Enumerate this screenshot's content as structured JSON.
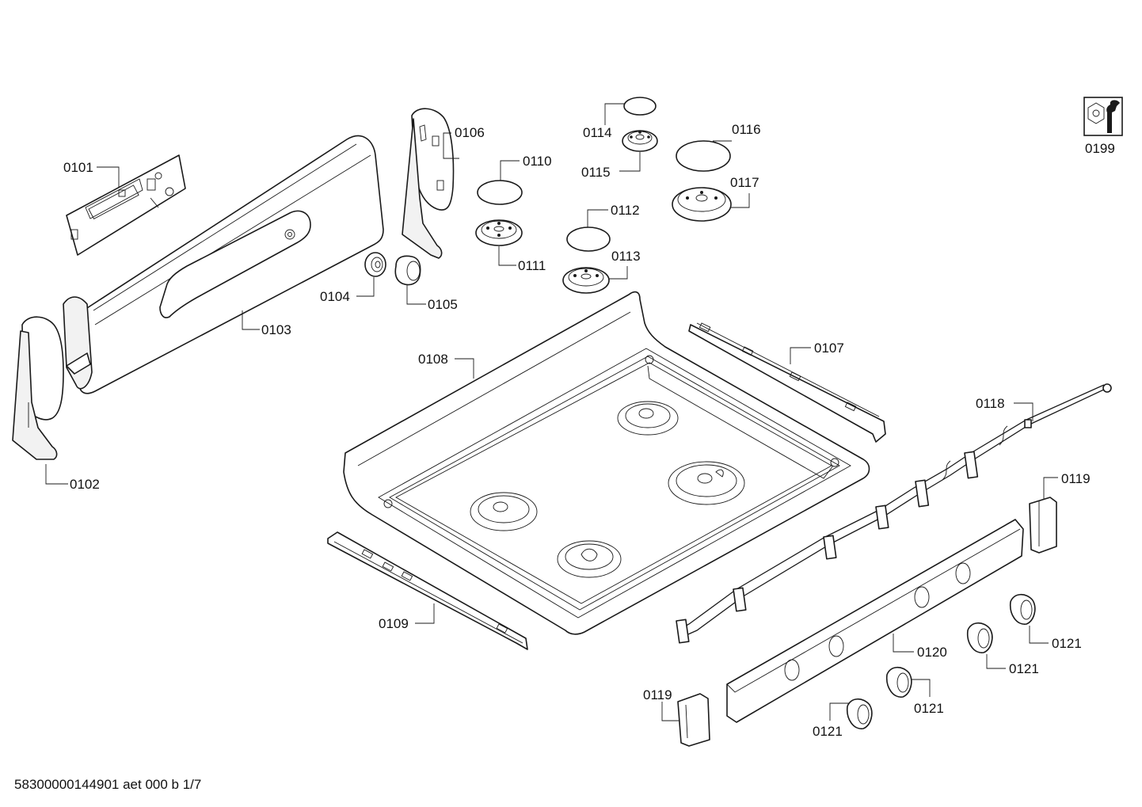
{
  "parts": {
    "p0101": "0101",
    "p0102": "0102",
    "p0103": "0103",
    "p0104": "0104",
    "p0105": "0105",
    "p0106": "0106",
    "p0107": "0107",
    "p0108": "0108",
    "p0109": "0109",
    "p0110": "0110",
    "p0111": "0111",
    "p0112": "0112",
    "p0113": "0113",
    "p0114": "0114",
    "p0115": "0115",
    "p0116": "0116",
    "p0117": "0117",
    "p0118": "0118",
    "p0119": "0119",
    "p0120": "0120",
    "p0121": "0121",
    "p0199": "0199"
  },
  "footer": {
    "document_code": "58300000144901 aet 000 b 1/7"
  },
  "icons": {
    "service_kit": "wrench-hex-icon"
  }
}
